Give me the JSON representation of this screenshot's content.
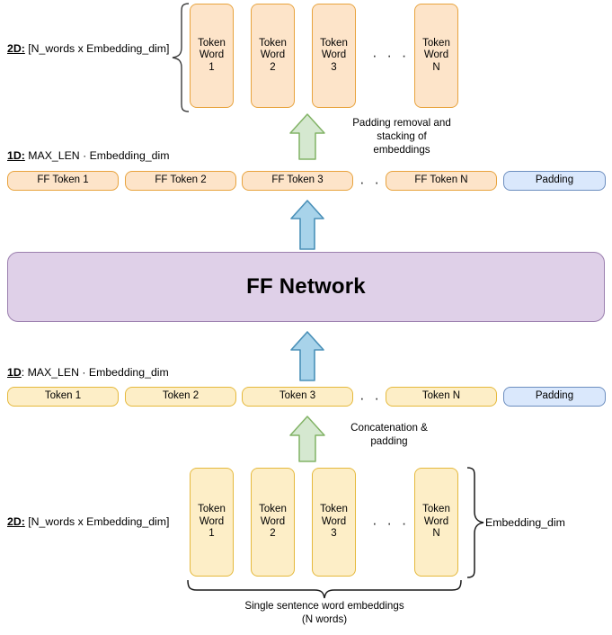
{
  "diagram": {
    "title_node": "FF Network",
    "colors": {
      "peach_fill": "#fde4c9",
      "peach_stroke": "#e8a33d",
      "yellow_fill": "#fdeec7",
      "yellow_stroke": "#e5b93c",
      "blue_fill": "#dae8fc",
      "blue_stroke": "#6c8ebf",
      "purple_fill": "#dfd0e8",
      "purple_stroke": "#9b7fae",
      "green_arrow_fill": "#d5e8d0",
      "green_arrow_stroke": "#82b366",
      "blue_arrow_fill": "#a8d3ea",
      "blue_arrow_stroke": "#4a90b8",
      "background": "#ffffff"
    },
    "ellipsis": "· · ·"
  },
  "top_output_row": {
    "dim_prefix": "2D:",
    "dim_text": " [N_words x Embedding_dim]",
    "tokens": [
      {
        "line1": "Token",
        "line2": "Word",
        "line3": "1"
      },
      {
        "line1": "Token",
        "line2": "Word",
        "line3": "2"
      },
      {
        "line1": "Token",
        "line2": "Word",
        "line3": "3"
      },
      {
        "line1": "Token",
        "line2": "Word",
        "line3": "N"
      }
    ]
  },
  "ff_token_row": {
    "dim_prefix": "1D:",
    "dim_text": " MAX_LEN · Embedding_dim",
    "tokens": [
      {
        "label": "FF Token 1"
      },
      {
        "label": "FF Token 2"
      },
      {
        "label": "FF Token 3"
      },
      {
        "label": "FF Token N"
      }
    ],
    "padding_label": "Padding"
  },
  "input_token_row": {
    "dim_prefix": "1D",
    "dim_text": ": MAX_LEN · Embedding_dim",
    "tokens": [
      {
        "label": "Token 1"
      },
      {
        "label": "Token 2"
      },
      {
        "label": "Token 3"
      },
      {
        "label": "Token N"
      }
    ],
    "padding_label": "Padding"
  },
  "bottom_input_row": {
    "dim_prefix": "2D:",
    "dim_text": " [N_words x Embedding_dim]",
    "tokens": [
      {
        "line1": "Token",
        "line2": "Word",
        "line3": "1"
      },
      {
        "line1": "Token",
        "line2": "Word",
        "line3": "2"
      },
      {
        "line1": "Token",
        "line2": "Word",
        "line3": "3"
      },
      {
        "line1": "Token",
        "line2": "Word",
        "line3": "N"
      }
    ],
    "right_brace_label": "Embedding_dim",
    "bottom_brace_caption": "Single sentence word embeddings\n(N words)"
  },
  "annotations": {
    "padding_removal": "Padding removal and\nstacking of\nembeddings",
    "concatenation": "Concatenation &\npadding"
  }
}
